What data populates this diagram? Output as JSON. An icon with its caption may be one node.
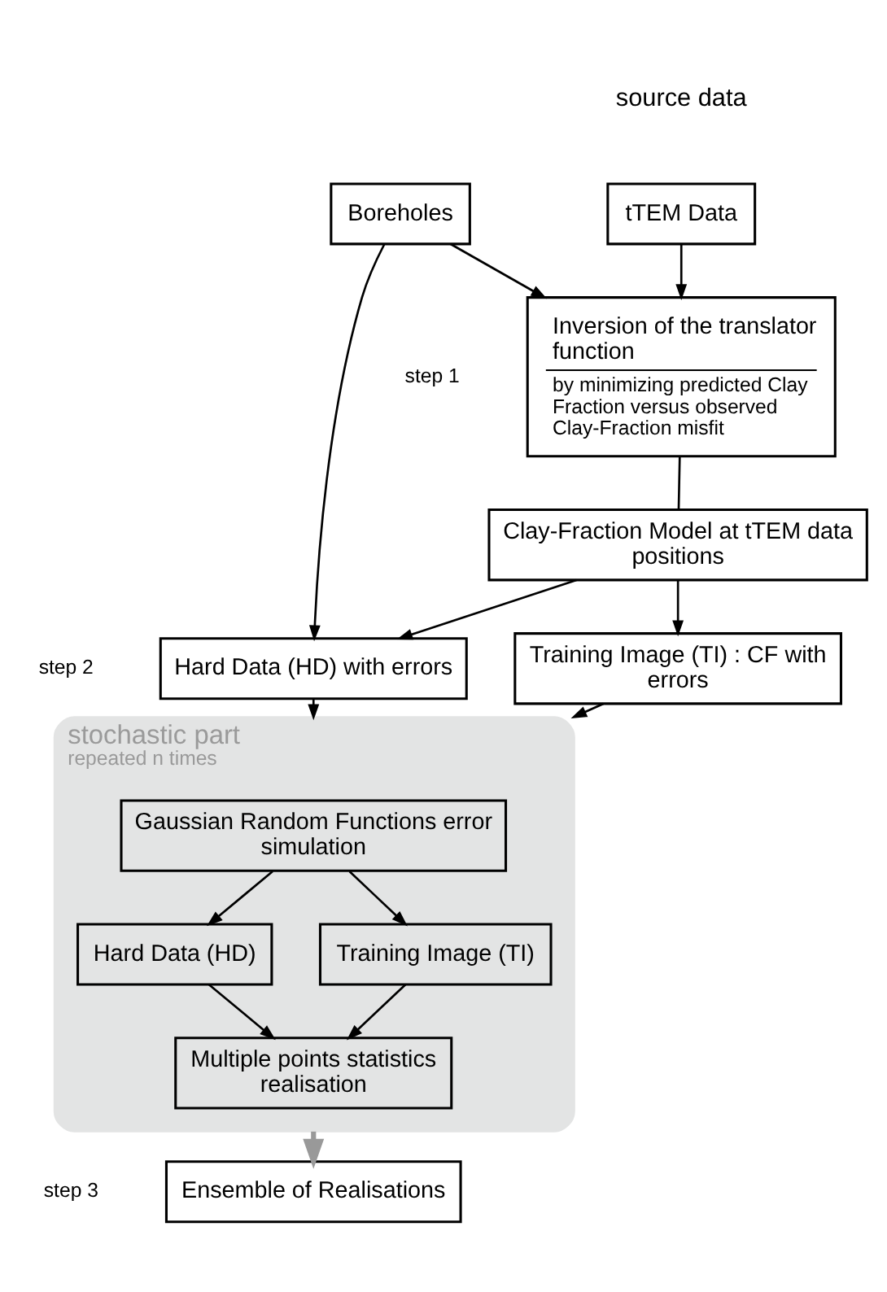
{
  "diagram": {
    "nodes": [
      {
        "text": [
          "tTEM Data"
        ]
      },
      {
        "text": [
          "Boreholes"
        ]
      },
      {
        "text": [
          "Inversion of the translator function",
          "by minimizing predicted Clay Fraction versus observed Clay-Fraction misfit"
        ],
        "beside": [
          "step 1"
        ]
      },
      {
        "text": [
          "Clay-Fraction Model at tTEM data positions"
        ]
      },
      {
        "text": [
          "Hard Data (HD) with errors"
        ]
      },
      {
        "text": [
          "Training Image (TI) : CF with errors"
        ]
      },
      {
        "text": [
          "stochastic part",
          "repeated n times"
        ],
        "beside": [
          "step 2"
        ]
      },
      {
        "text": [
          "Gaussian Random Functions error simulation"
        ],
        "in": 6
      },
      {
        "text": [
          "Hard Data (HD)"
        ],
        "in": 6
      },
      {
        "text": [
          "Training Image (TI)"
        ],
        "in": 6
      },
      {
        "text": [
          "Multiple points statistics realisation"
        ],
        "in": 6
      },
      {
        "text": [
          "Ensemble of Realisations"
        ],
        "beside": [
          "step 3"
        ]
      }
    ],
    "edges": [
      {
        "from": 0,
        "to": 2,
        "arrow": "to"
      },
      {
        "from": 1,
        "to": 2,
        "arrow": "to"
      },
      {
        "from": 2,
        "to": 3,
        "arrow": "none"
      },
      {
        "from": 1,
        "to": 4,
        "arrow": "to"
      },
      {
        "from": 3,
        "to": 4,
        "arrow": "to"
      },
      {
        "from": 3,
        "to": 5,
        "arrow": "to"
      },
      {
        "from": 4,
        "to": 6,
        "arrow": "to"
      },
      {
        "from": 5,
        "to": 6,
        "arrow": "to"
      },
      {
        "from": 7,
        "to": 8,
        "arrow": "to"
      },
      {
        "from": 7,
        "to": 9,
        "arrow": "to"
      },
      {
        "from": 8,
        "to": 10,
        "arrow": "to"
      },
      {
        "from": 9,
        "to": 10,
        "arrow": "to"
      },
      {
        "from": 6,
        "to": 11,
        "arrow": "to",
        "color": "#999999",
        "style": "thick"
      }
    ],
    "labels": [
      "source data"
    ]
  }
}
